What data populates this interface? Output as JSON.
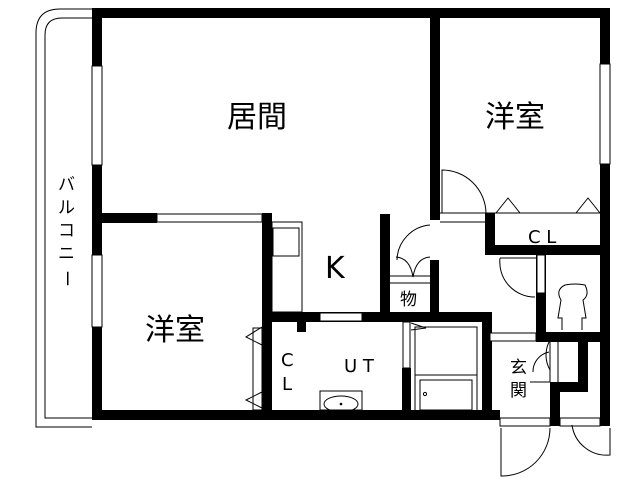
{
  "floor_plan": {
    "rooms": {
      "living": {
        "label": "居間"
      },
      "western_room_right": {
        "label": "洋室"
      },
      "western_room_left": {
        "label": "洋室"
      },
      "kitchen": {
        "label": "K"
      },
      "closet_right": {
        "label": "C L"
      },
      "closet_left_line1": {
        "label": "C"
      },
      "closet_left_line2": {
        "label": "L"
      },
      "utility": {
        "label": "U T"
      },
      "storage": {
        "label": "物"
      },
      "entrance_line1": {
        "label": "玄"
      },
      "entrance_line2": {
        "label": "関"
      },
      "balcony": {
        "label": "バルコニー",
        "chars": [
          "バ",
          "ル",
          "コ",
          "ニ",
          "ー"
        ]
      }
    },
    "colors": {
      "wall": "#000000",
      "background": "#ffffff"
    }
  }
}
